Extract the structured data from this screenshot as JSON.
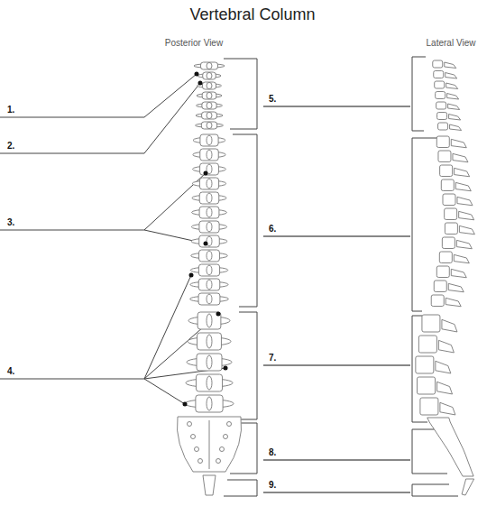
{
  "diagram": {
    "title": "Vertebral Column",
    "labels": [
      "Posterior View",
      "Lateral View",
      "1.",
      "2.",
      "3.",
      "4.",
      "5.",
      "6.",
      "7.",
      "8.",
      "9."
    ]
  }
}
